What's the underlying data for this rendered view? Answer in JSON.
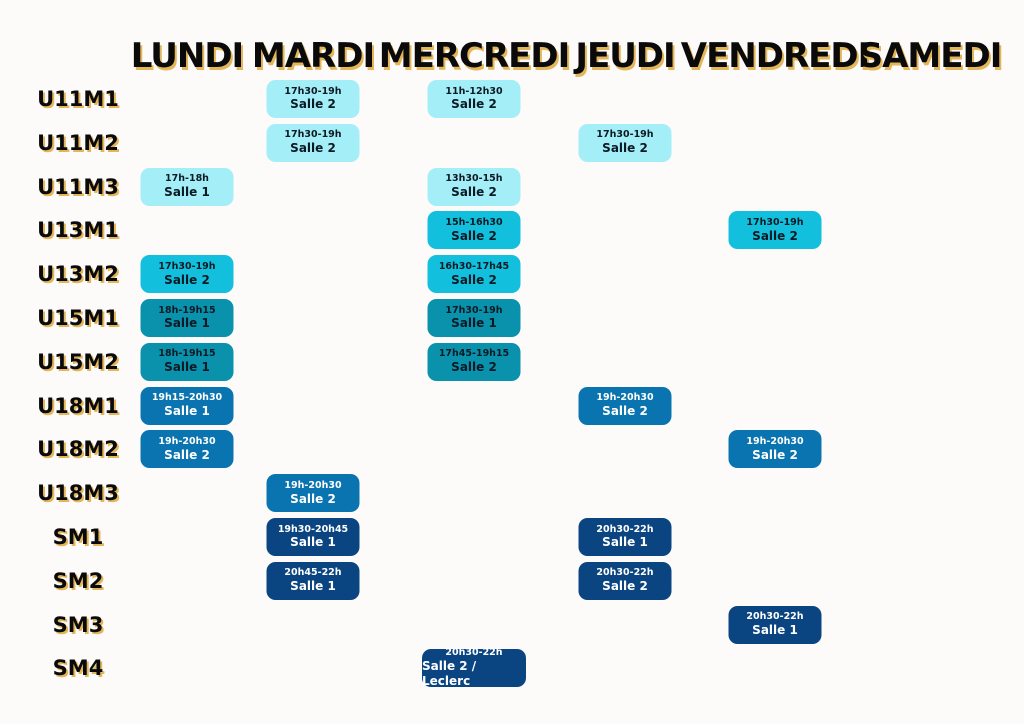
{
  "colors": {
    "background": "#fdfbfa",
    "day_shadow": "#e2b659",
    "U11": "#a4eef8",
    "U13": "#12c0de",
    "U15": "#0a92ad",
    "U18": "#0a74b0",
    "SM": "#0a4581"
  },
  "days": [
    "LUNDI",
    "MARDI",
    "MERCREDI",
    "JEUDI",
    "VENDREDI",
    "SAMEDI"
  ],
  "groups": [
    "U11M1",
    "U11M2",
    "U11M3",
    "U13M1",
    "U13M2",
    "U15M1",
    "U15M2",
    "U18M1",
    "U18M2",
    "U18M3",
    "SM1",
    "SM2",
    "SM3",
    "SM4"
  ],
  "sessions": [
    {
      "group": "U11M1",
      "day": "MARDI",
      "time": "17h30-19h",
      "room": "Salle 2",
      "tone": "U11"
    },
    {
      "group": "U11M1",
      "day": "MERCREDI",
      "time": "11h-12h30",
      "room": "Salle 2",
      "tone": "U11"
    },
    {
      "group": "U11M2",
      "day": "MARDI",
      "time": "17h30-19h",
      "room": "Salle 2",
      "tone": "U11"
    },
    {
      "group": "U11M2",
      "day": "JEUDI",
      "time": "17h30-19h",
      "room": "Salle 2",
      "tone": "U11"
    },
    {
      "group": "U11M3",
      "day": "LUNDI",
      "time": "17h-18h",
      "room": "Salle 1",
      "tone": "U11"
    },
    {
      "group": "U11M3",
      "day": "MERCREDI",
      "time": "13h30-15h",
      "room": "Salle 2",
      "tone": "U11"
    },
    {
      "group": "U13M1",
      "day": "MERCREDI",
      "time": "15h-16h30",
      "room": "Salle 2",
      "tone": "U13"
    },
    {
      "group": "U13M1",
      "day": "VENDREDI",
      "time": "17h30-19h",
      "room": "Salle 2",
      "tone": "U13"
    },
    {
      "group": "U13M2",
      "day": "LUNDI",
      "time": "17h30-19h",
      "room": "Salle 2",
      "tone": "U13"
    },
    {
      "group": "U13M2",
      "day": "MERCREDI",
      "time": "16h30-17h45",
      "room": "Salle 2",
      "tone": "U13"
    },
    {
      "group": "U15M1",
      "day": "LUNDI",
      "time": "18h-19h15",
      "room": "Salle 1",
      "tone": "U15"
    },
    {
      "group": "U15M1",
      "day": "MERCREDI",
      "time": "17h30-19h",
      "room": "Salle 1",
      "tone": "U15"
    },
    {
      "group": "U15M2",
      "day": "LUNDI",
      "time": "18h-19h15",
      "room": "Salle 1",
      "tone": "U15"
    },
    {
      "group": "U15M2",
      "day": "MERCREDI",
      "time": "17h45-19h15",
      "room": "Salle 2",
      "tone": "U15"
    },
    {
      "group": "U18M1",
      "day": "LUNDI",
      "time": "19h15-20h30",
      "room": "Salle 1",
      "tone": "U18"
    },
    {
      "group": "U18M1",
      "day": "JEUDI",
      "time": "19h-20h30",
      "room": "Salle 2",
      "tone": "U18"
    },
    {
      "group": "U18M2",
      "day": "LUNDI",
      "time": "19h-20h30",
      "room": "Salle 2",
      "tone": "U18"
    },
    {
      "group": "U18M2",
      "day": "VENDREDI",
      "time": "19h-20h30",
      "room": "Salle 2",
      "tone": "U18"
    },
    {
      "group": "U18M3",
      "day": "MARDI",
      "time": "19h-20h30",
      "room": "Salle 2",
      "tone": "U18"
    },
    {
      "group": "SM1",
      "day": "MARDI",
      "time": "19h30-20h45",
      "room": "Salle 1",
      "tone": "SM"
    },
    {
      "group": "SM1",
      "day": "JEUDI",
      "time": "20h30-22h",
      "room": "Salle 1",
      "tone": "SM"
    },
    {
      "group": "SM2",
      "day": "MARDI",
      "time": "20h45-22h",
      "room": "Salle 1",
      "tone": "SM"
    },
    {
      "group": "SM2",
      "day": "JEUDI",
      "time": "20h30-22h",
      "room": "Salle 2",
      "tone": "SM"
    },
    {
      "group": "SM3",
      "day": "VENDREDI",
      "time": "20h30-22h",
      "room": "Salle 1",
      "tone": "SM"
    },
    {
      "group": "SM4",
      "day": "MERCREDI",
      "time": "20h30-22h",
      "room": "Salle 2 / Leclerc",
      "tone": "SM"
    }
  ]
}
